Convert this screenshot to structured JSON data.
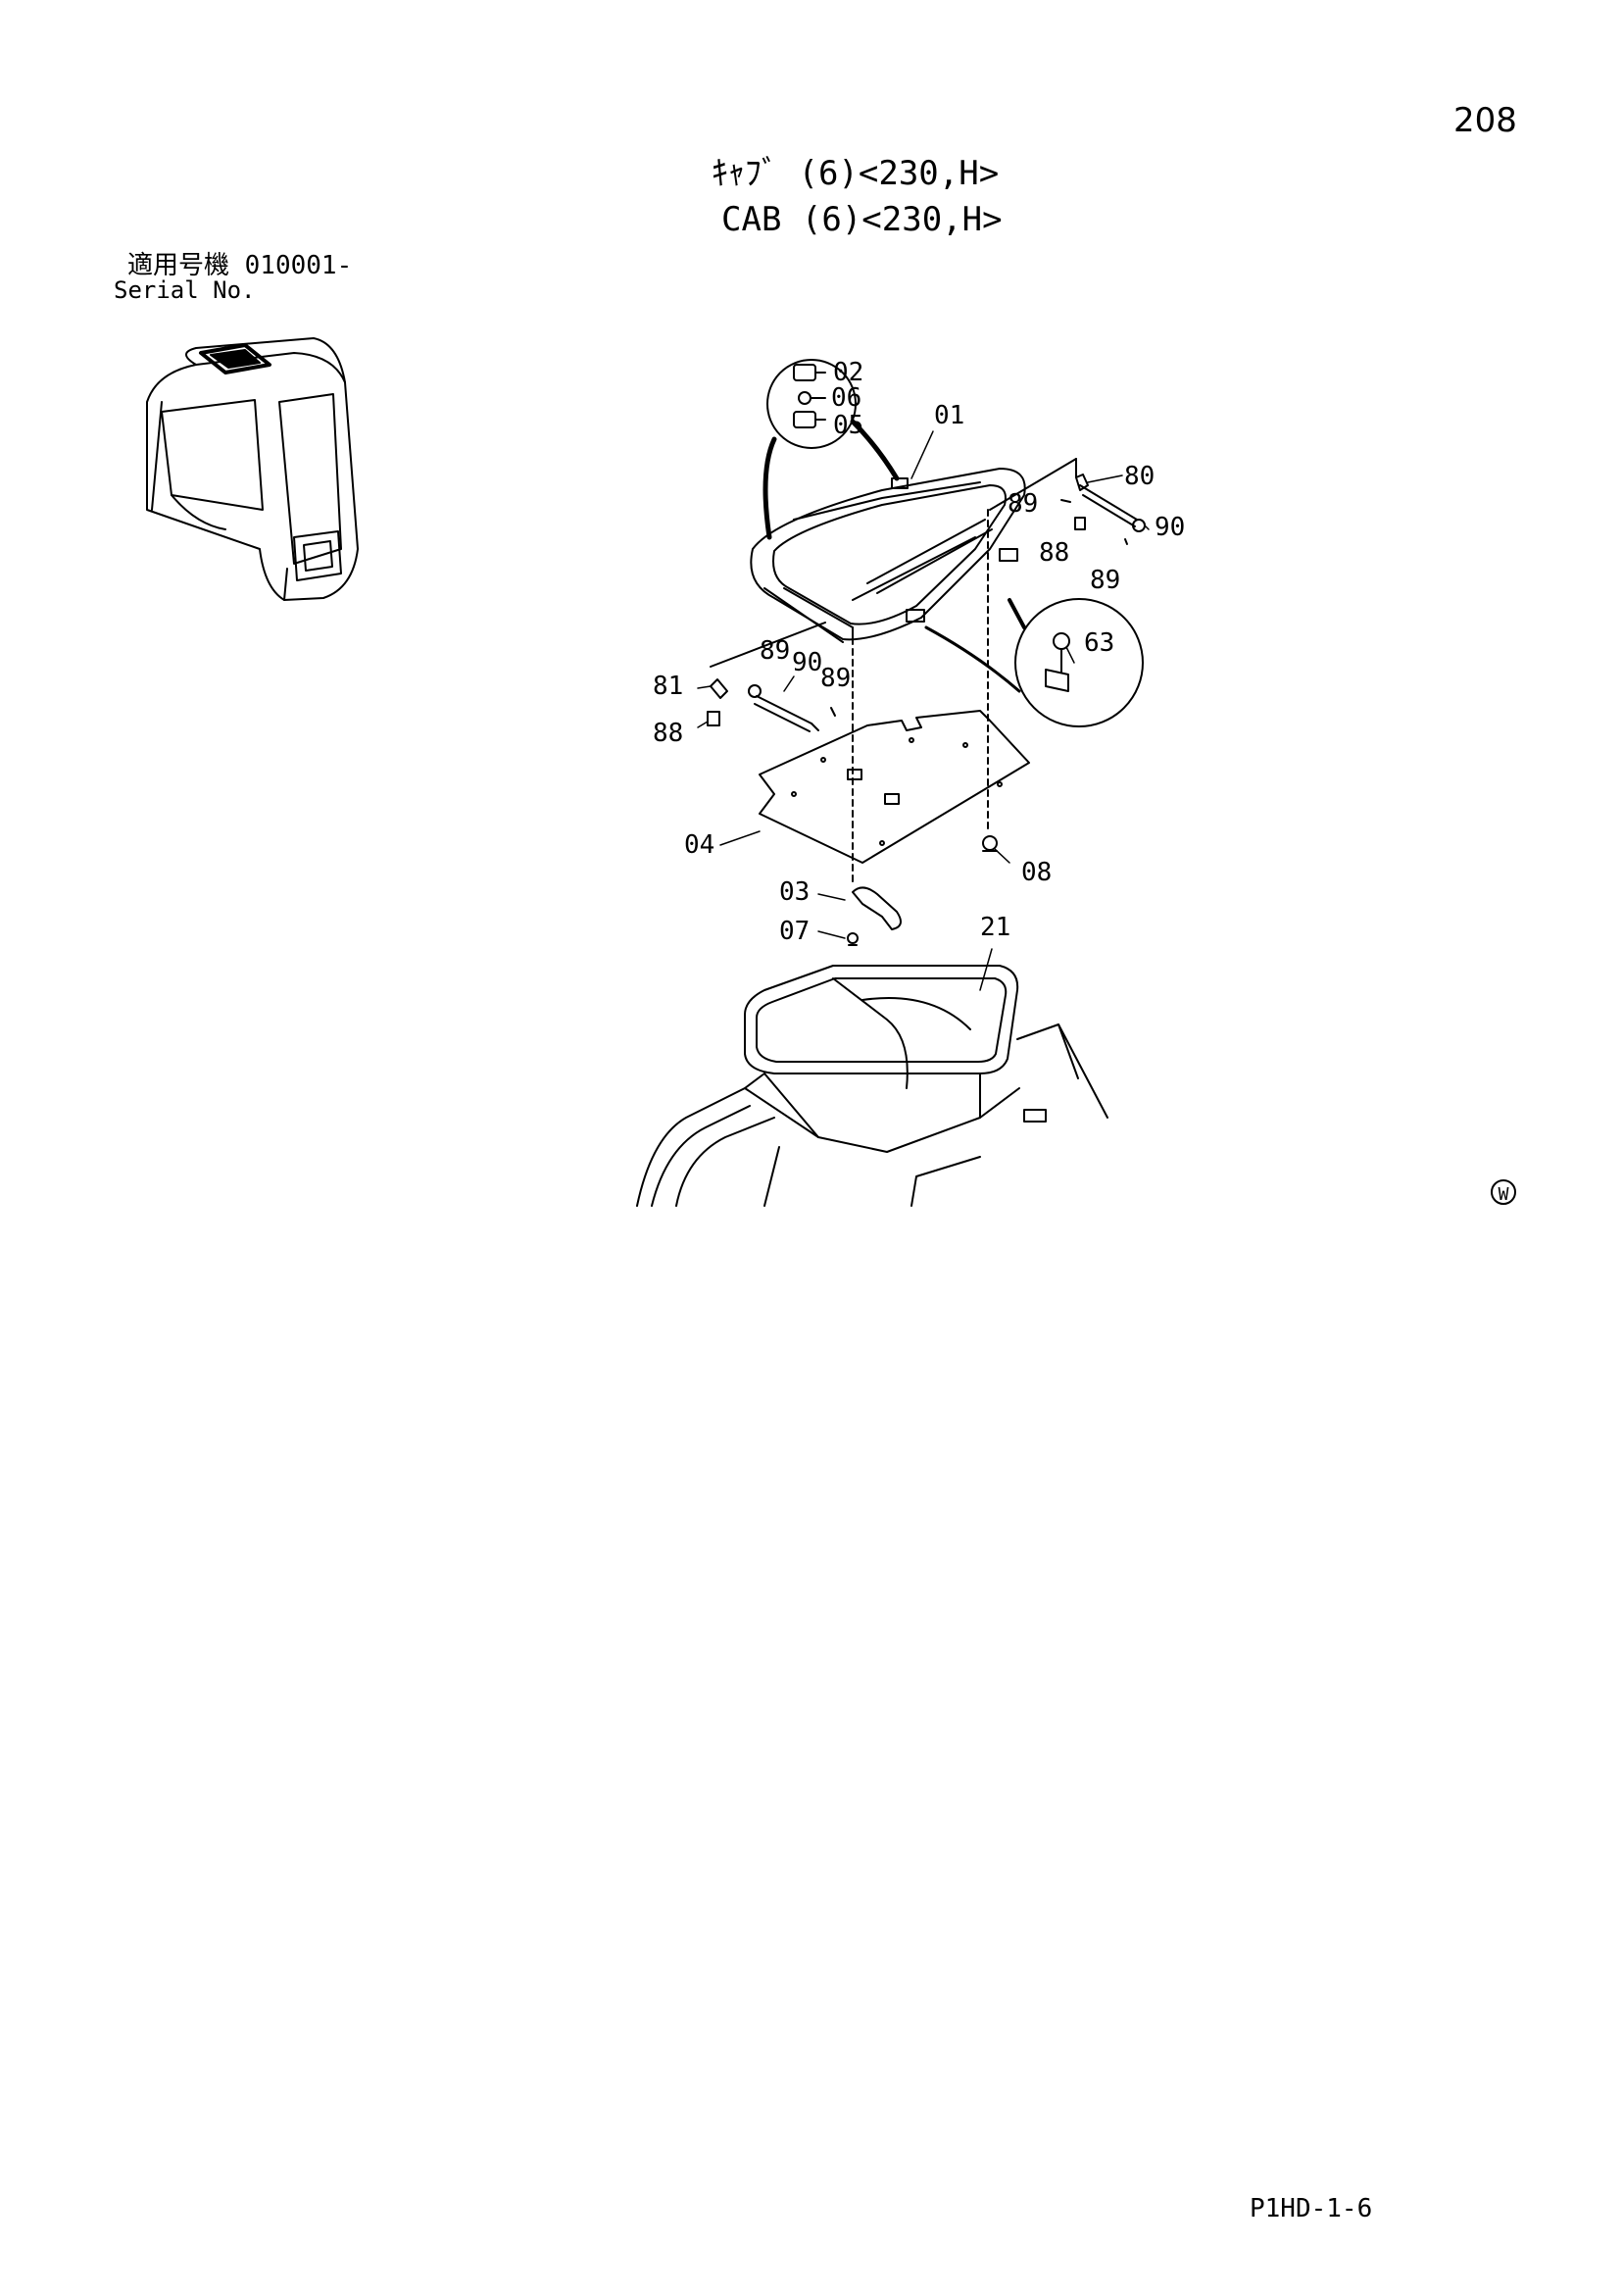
{
  "page_number": "208",
  "title_jp": "ｷｬﾌﾞ (6)<230,H>",
  "title_en": "CAB (6)<230,H>",
  "serial_label_jp": "適用号機 010001-",
  "serial_label_en": "Serial No.",
  "footer_code": "P1HD-1-6",
  "w_mark": "W",
  "part_labels": {
    "p01": "01",
    "p02": "02",
    "p06": "06",
    "p05": "05",
    "p80": "80",
    "p89a": "89",
    "p90a": "90",
    "p88a": "88",
    "p89b": "89",
    "p63": "63",
    "p81": "81",
    "p89c": "89",
    "p90b": "90",
    "p89d": "89",
    "p88b": "88",
    "p04": "04",
    "p08": "08",
    "p03": "03",
    "p07": "07",
    "p21": "21"
  }
}
